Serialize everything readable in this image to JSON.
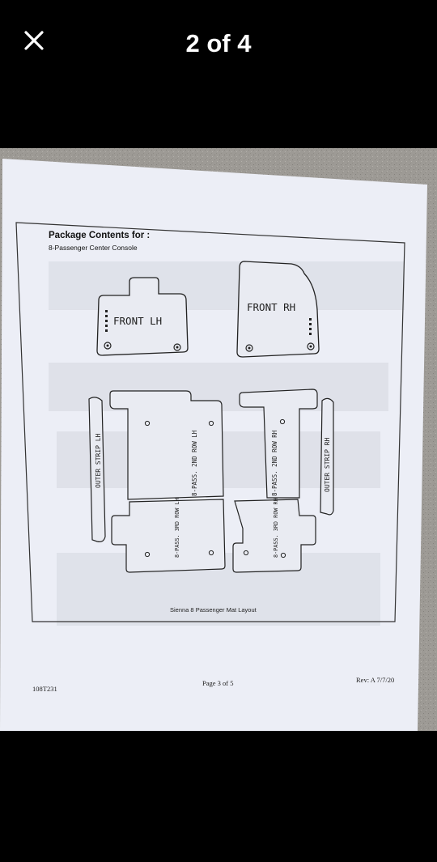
{
  "viewer": {
    "counter": "2 of 4",
    "close_icon": "close-icon"
  },
  "document": {
    "header_title": "Package Contents for :",
    "header_subtitle": "8-Passenger Center Console",
    "mat_labels": {
      "front_lh": "FRONT LH",
      "front_rh": "FRONT RH",
      "outer_strip_lh": "OUTER STRIP LH",
      "outer_strip_rh": "OUTER STRIP RH",
      "second_row_lh": "8-PASS. 2ND ROW LH",
      "second_row_rh": "8-PASS. 2ND ROW RH",
      "third_row_lh": "8-PASS. 3RD ROW LH",
      "third_row_rh": "8-PASS. 3RD ROW RH"
    },
    "caption": "Sienna 8 Passenger Mat Layout",
    "part_number": "108T231",
    "page_label": "Page 3 of 5",
    "revision": "Rev: A 7/7/20"
  }
}
